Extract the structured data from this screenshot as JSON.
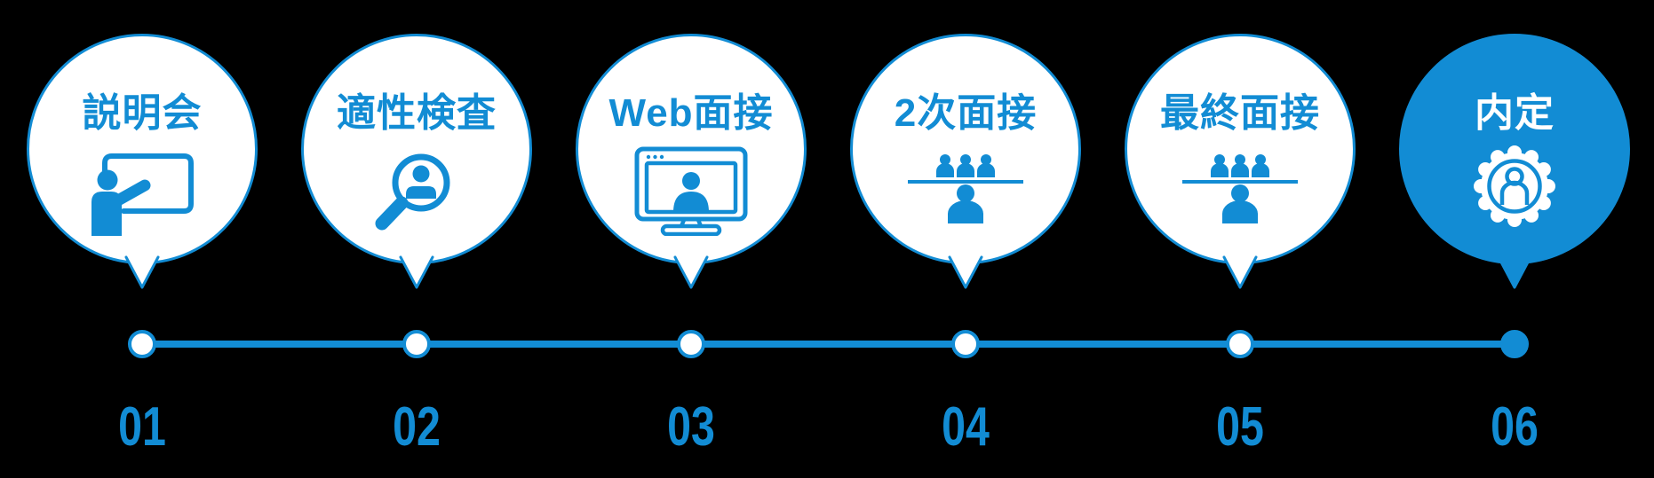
{
  "background_color": "#000000",
  "accent_color": "#128CD4",
  "diagram": {
    "type": "process-timeline",
    "direction": "horizontal",
    "step_count": 6,
    "steps": [
      {
        "label": "説明会",
        "number": "01",
        "icon": "presenter-blackboard-icon",
        "highlighted": false
      },
      {
        "label": "適性検査",
        "number": "02",
        "icon": "magnifier-person-icon",
        "highlighted": false
      },
      {
        "label": "Web面接",
        "number": "03",
        "icon": "monitor-person-icon",
        "highlighted": false
      },
      {
        "label": "2次面接",
        "number": "04",
        "icon": "interview-panel-icon",
        "highlighted": false
      },
      {
        "label": "最終面接",
        "number": "05",
        "icon": "interview-panel-icon",
        "highlighted": false
      },
      {
        "label": "内定",
        "number": "06",
        "icon": "award-badge-person-icon",
        "highlighted": true
      }
    ]
  }
}
